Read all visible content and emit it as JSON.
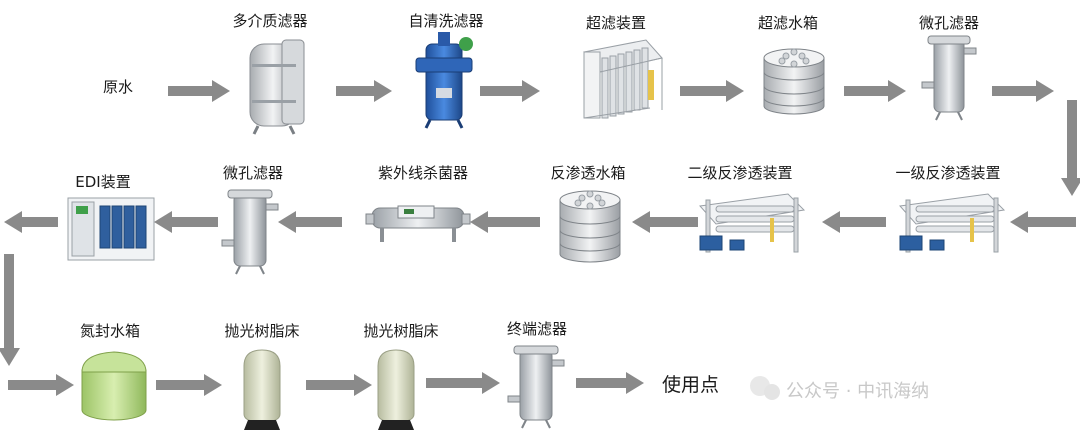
{
  "nodes": {
    "raw_water": "原水",
    "multi_media_filter": "多介质滤器",
    "self_cleaning_filter": "自清洗滤器",
    "uf_device": "超滤装置",
    "uf_tank": "超滤水箱",
    "micro_filter_1": "微孔滤器",
    "ro1_device": "一级反渗透装置",
    "ro2_device": "二级反渗透装置",
    "ro_tank": "反渗透水箱",
    "uv_sterilizer": "紫外线杀菌器",
    "micro_filter_2": "微孔滤器",
    "edi_device": "EDI装置",
    "nitrogen_tank": "氮封水箱",
    "polish_bed_1": "抛光树脂床",
    "polish_bed_2": "抛光树脂床",
    "terminal_filter": "终端滤器",
    "use_point": "使用点"
  },
  "watermark": "公众号 · 中讯海纳",
  "colors": {
    "arrow": "#8a8a8a",
    "steel": "#c9ccd0",
    "blue": "#2b6cc4",
    "green": "#b9d98a",
    "frp": "#d8dcc0"
  }
}
